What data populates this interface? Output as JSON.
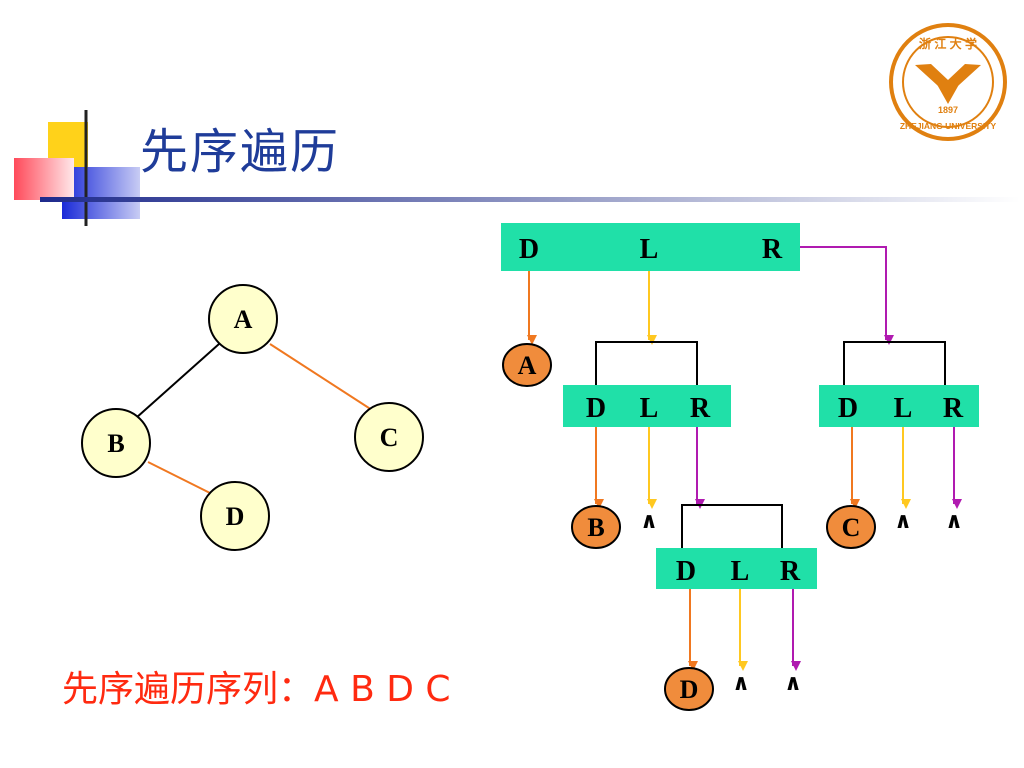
{
  "title": "先序遍历",
  "sequence_text": "先序遍历序列：A  B  D  C",
  "colors": {
    "title": "#1f3c99",
    "sequence": "#ff2a10",
    "tree_node_fill": "#ffffcc",
    "box_fill": "#20e0a8",
    "visited_node_fill": "#f08c3c",
    "arrow_D": "#f07820",
    "arrow_L": "#ffc820",
    "arrow_R": "#b01ab0",
    "edge_black": "#000000",
    "edge_orange": "#f07820"
  },
  "tree": {
    "nodes": {
      "A": "A",
      "B": "B",
      "C": "C",
      "D": "D"
    }
  },
  "dlr": {
    "d": "D",
    "l": "L",
    "r": "R",
    "null_symbol": "∧"
  },
  "visited": {
    "A": "A",
    "B": "B",
    "C": "C",
    "D": "D"
  },
  "logo": {
    "top_text": "浙 江 大 学",
    "year": "1897",
    "bottom_text": "ZHEJIANG UNIVERSITY",
    "icon": "university-seal-icon"
  }
}
